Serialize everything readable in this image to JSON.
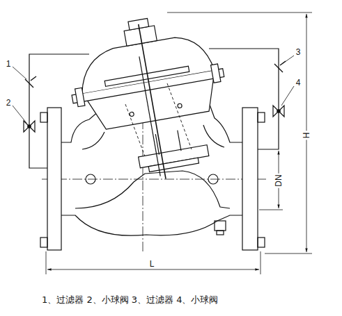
{
  "diagram": {
    "caption": "1、过滤器 2、小球阀 3、过滤器 4、小球阀",
    "labels": [
      "1",
      "2",
      "3",
      "4",
      "H",
      "DN",
      "L"
    ]
  }
}
